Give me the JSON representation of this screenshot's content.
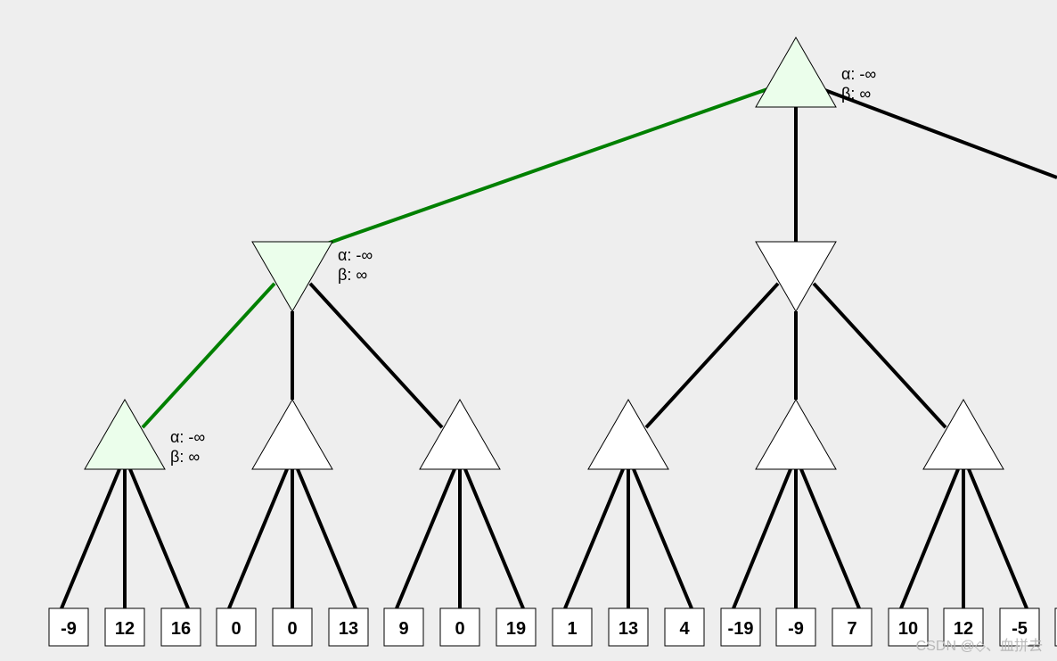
{
  "colors": {
    "background": "#eeeeee",
    "edge_default": "#000000",
    "edge_active": "#008000",
    "node_active_fill": "#ebfeeb",
    "node_default_fill": "#ffffff",
    "node_stroke": "#000000"
  },
  "tree": {
    "root": {
      "type": "max",
      "active": true,
      "alpha": "α: -∞",
      "beta": "β: ∞"
    },
    "level1": [
      {
        "type": "min",
        "active": true,
        "alpha": "α: -∞",
        "beta": "β: ∞"
      },
      {
        "type": "min",
        "active": false
      }
    ],
    "level2": [
      {
        "type": "max",
        "active": true,
        "alpha": "α: -∞",
        "beta": "β: ∞"
      },
      {
        "type": "max",
        "active": false
      },
      {
        "type": "max",
        "active": false
      },
      {
        "type": "max",
        "active": false
      },
      {
        "type": "max",
        "active": false
      },
      {
        "type": "max",
        "active": false
      }
    ],
    "leaves": [
      "-9",
      "12",
      "16",
      "0",
      "0",
      "13",
      "9",
      "0",
      "19",
      "1",
      "13",
      "4",
      "-19",
      "-9",
      "7",
      "10",
      "12",
      "-5"
    ]
  },
  "watermark": "CSDN @◇、血拼去"
}
